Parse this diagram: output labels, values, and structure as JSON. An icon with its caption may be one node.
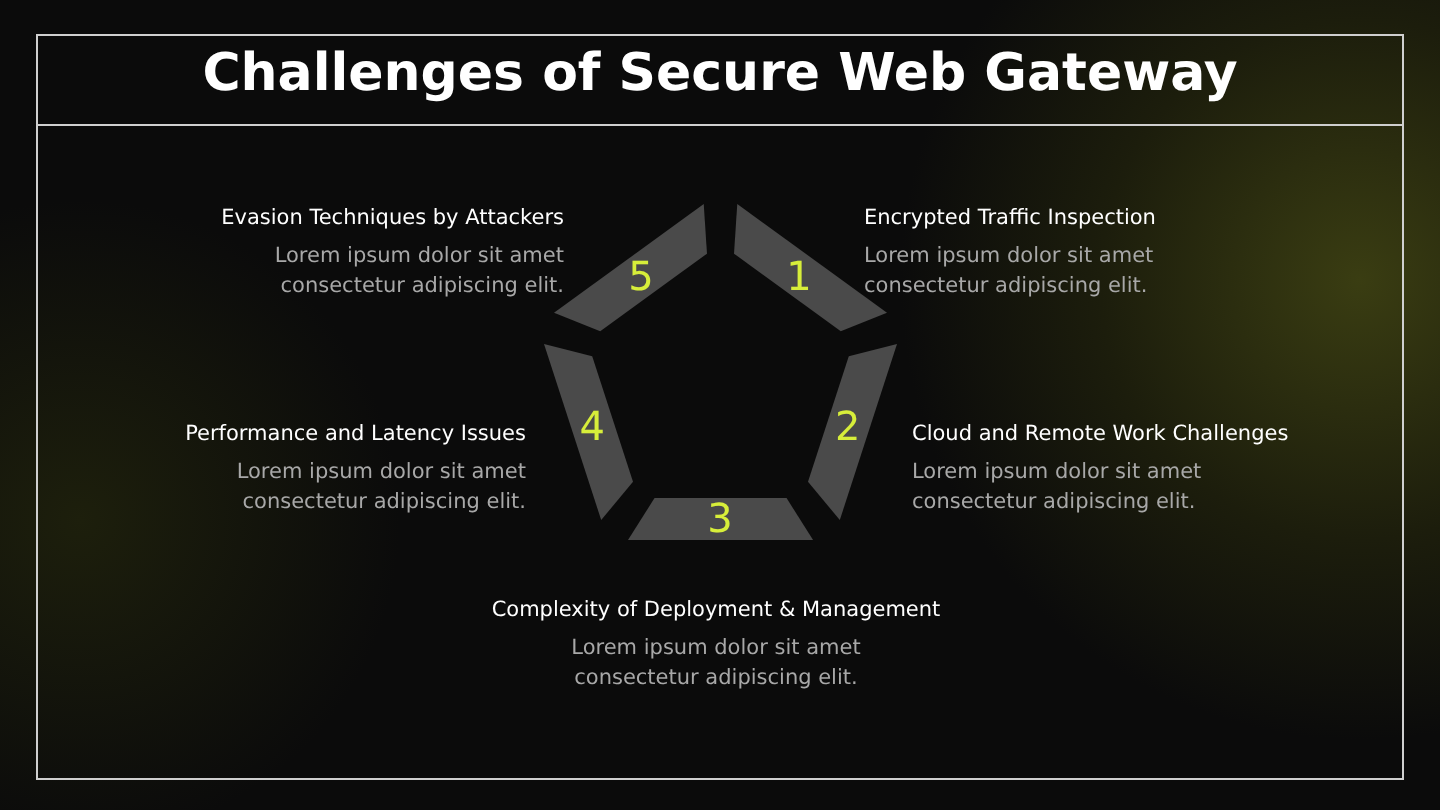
{
  "diagram": {
    "title": "Challenges of Secure Web Gateway",
    "nodes": [
      {
        "text": [
          "1"
        ],
        "beside": [
          "Encrypted Traffic Inspection",
          "Lorem ipsum dolor sit amet consectetur adipiscing elit."
        ]
      },
      {
        "text": [
          "2"
        ],
        "beside": [
          "Cloud and Remote Work Challenges",
          "Lorem ipsum dolor sit amet consectetur adipiscing elit."
        ]
      },
      {
        "text": [
          "3"
        ],
        "beside": [
          "Complexity of Deployment & Management",
          "Lorem ipsum dolor sit amet consectetur adipiscing elit."
        ]
      },
      {
        "text": [
          "4"
        ],
        "beside": [
          "Performance and Latency Issues",
          "Lorem ipsum dolor sit amet consectetur adipiscing elit."
        ]
      },
      {
        "text": [
          "5"
        ],
        "beside": [
          "Evasion Techniques by Attackers",
          "Lorem ipsum dolor sit amet consectetur adipiscing elit."
        ]
      }
    ],
    "edges": []
  }
}
